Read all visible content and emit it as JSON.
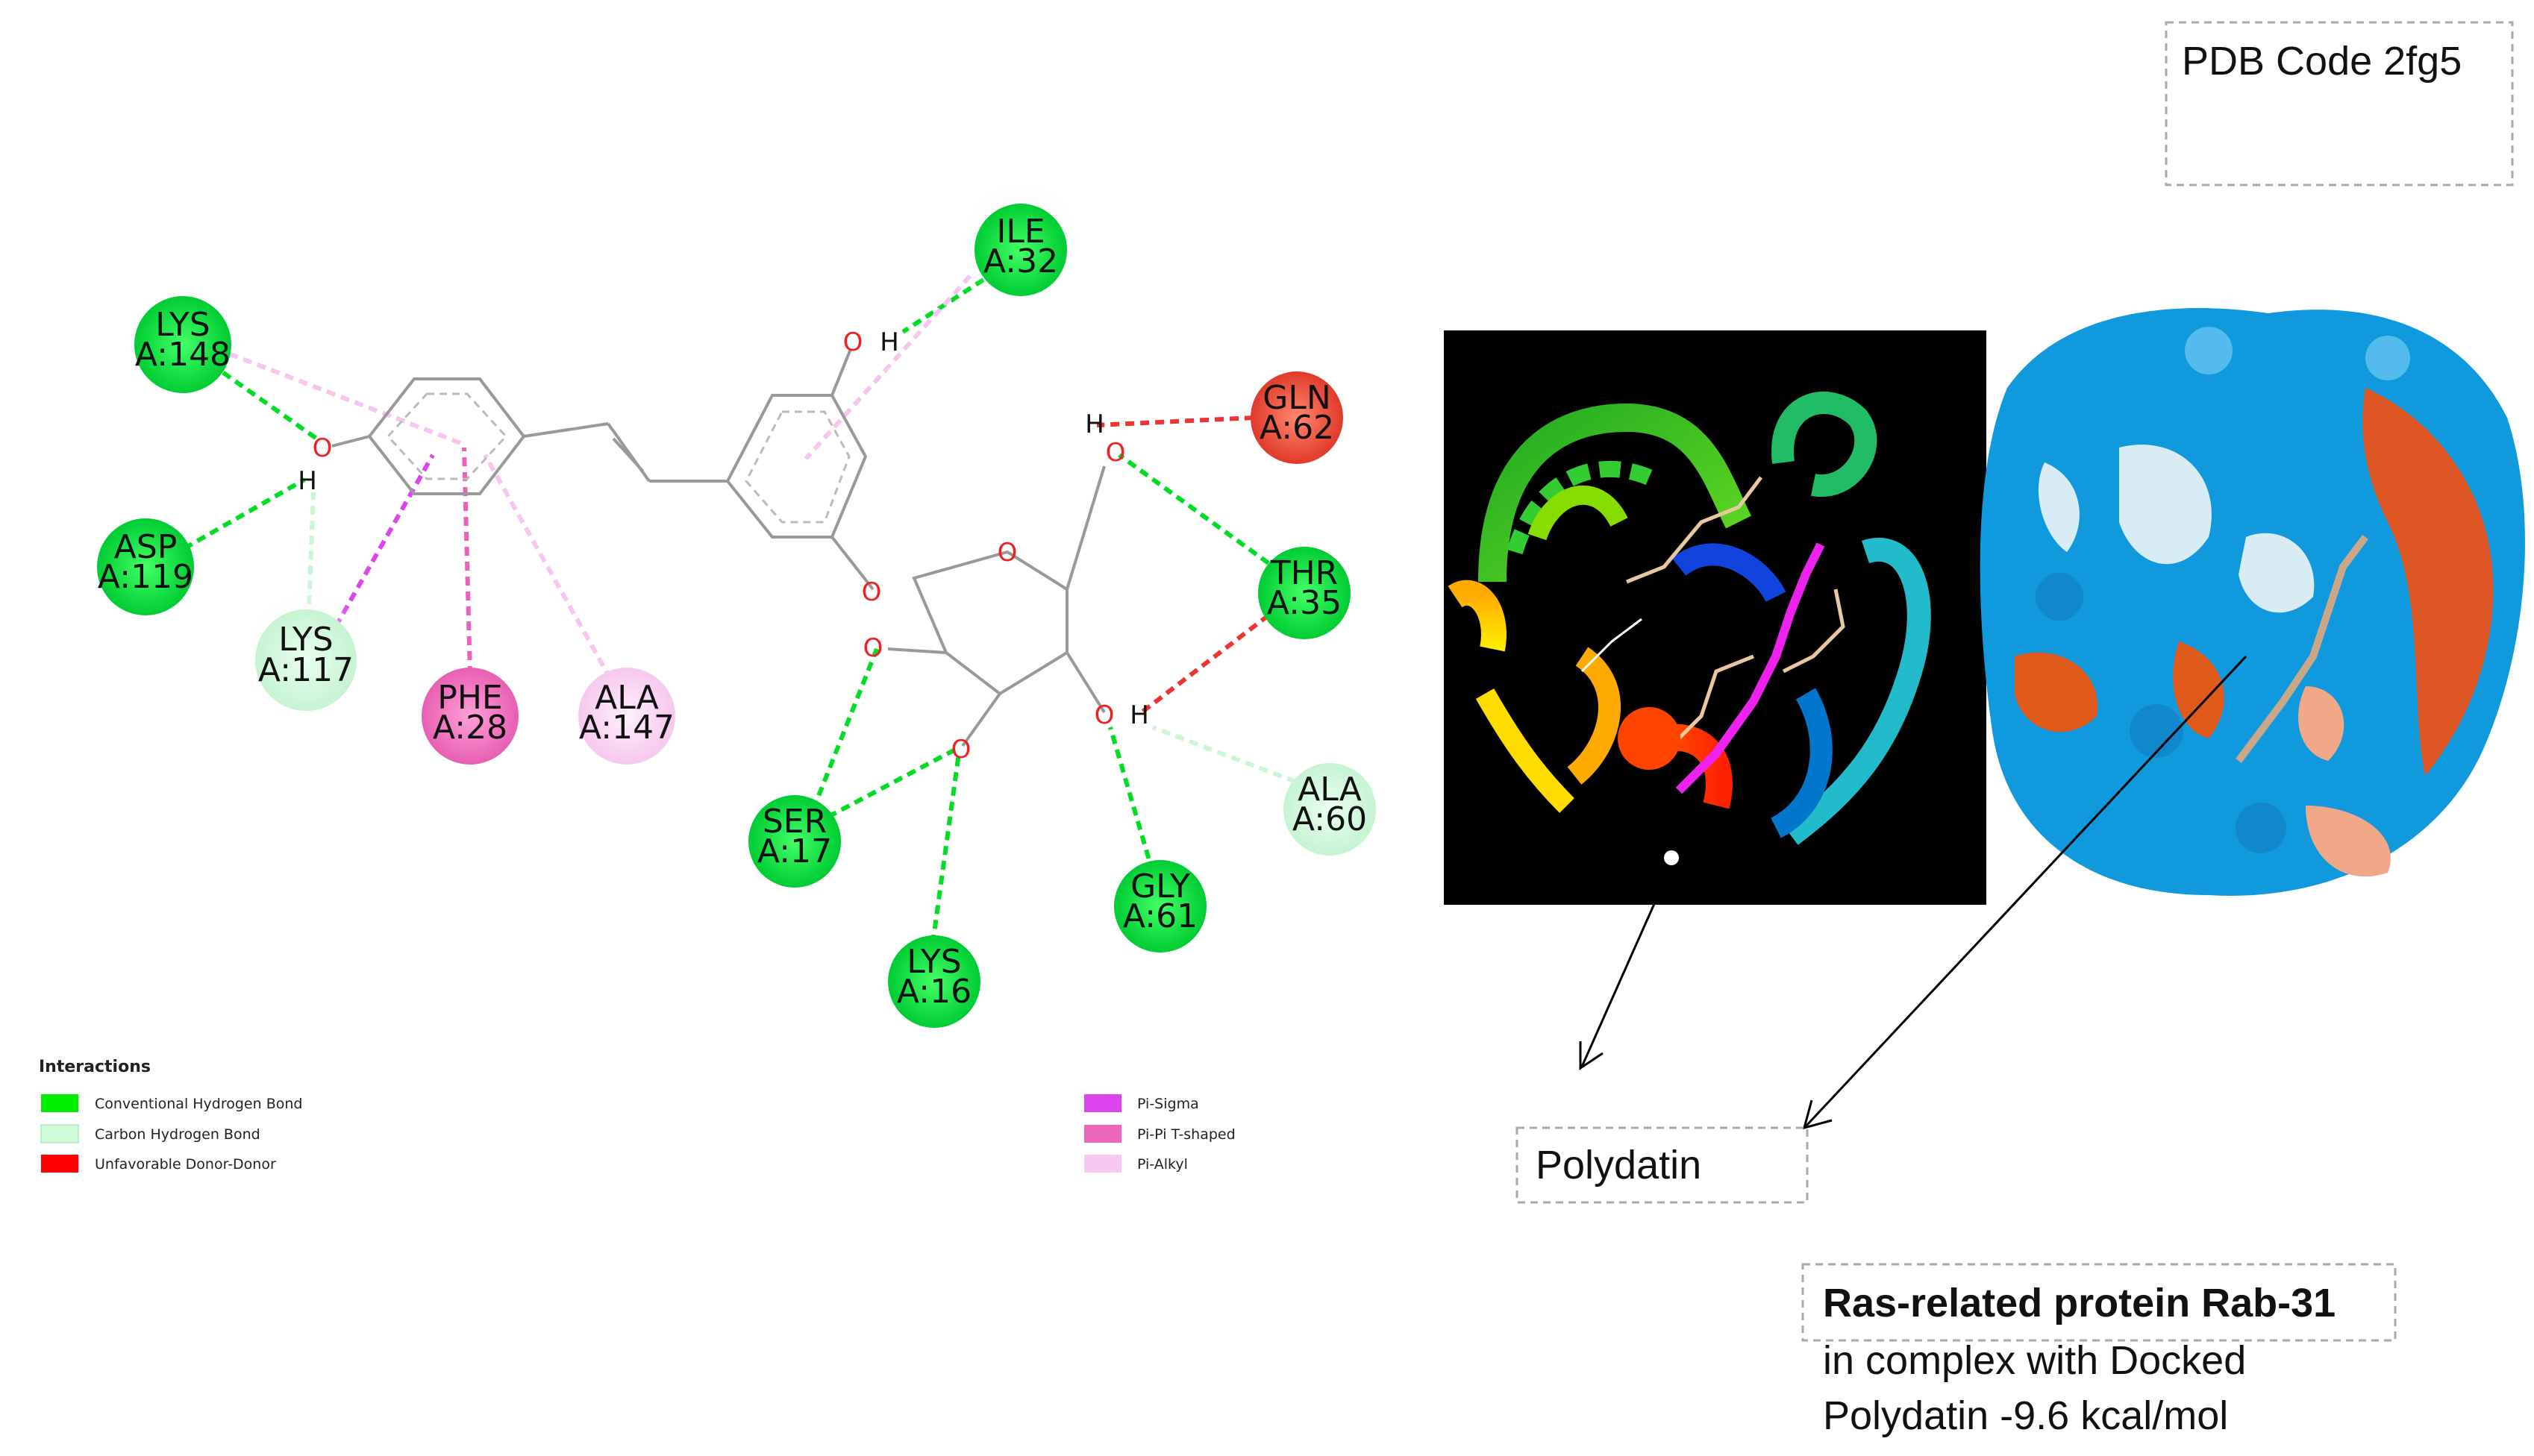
{
  "residues": [
    {
      "name": "LYS",
      "pos": "A:148",
      "type": "conventional-hb"
    },
    {
      "name": "ASP",
      "pos": "A:119",
      "type": "conventional-hb"
    },
    {
      "name": "LYS",
      "pos": "A:117",
      "type": "carbon-hb"
    },
    {
      "name": "PHE",
      "pos": "A:28",
      "type": "pi-pi-t"
    },
    {
      "name": "ALA",
      "pos": "A:147",
      "type": "pi-alkyl"
    },
    {
      "name": "ILE",
      "pos": "A:32",
      "type": "conventional-hb"
    },
    {
      "name": "GLN",
      "pos": "A:62",
      "type": "unfavorable"
    },
    {
      "name": "THR",
      "pos": "A:35",
      "type": "conventional-hb"
    },
    {
      "name": "ALA",
      "pos": "A:60",
      "type": "carbon-hb"
    },
    {
      "name": "SER",
      "pos": "A:17",
      "type": "conventional-hb"
    },
    {
      "name": "GLY",
      "pos": "A:61",
      "type": "conventional-hb"
    },
    {
      "name": "LYS",
      "pos": "A:16",
      "type": "conventional-hb"
    }
  ],
  "atoms": {
    "oxygen": "O",
    "hydrogen": "H"
  },
  "legend": {
    "title": "Interactions",
    "left": [
      {
        "label": "Conventional Hydrogen Bond",
        "color": "#00ee00"
      },
      {
        "label": "Carbon Hydrogen Bond",
        "color": "#d0fad8"
      },
      {
        "label": "Unfavorable Donor-Donor",
        "color": "#ff0000"
      }
    ],
    "right": [
      {
        "label": "Pi-Sigma",
        "color": "#dd44ee"
      },
      {
        "label": "Pi-Pi T-shaped",
        "color": "#ee66bb"
      },
      {
        "label": "Pi-Alkyl",
        "color": "#f8c8f0"
      }
    ]
  },
  "colors": {
    "conventional": "#00dd22",
    "carbon": "#ccf5d6",
    "unfavorable": "#ee3333",
    "pi_sigma": "#dd44ee",
    "pi_t": "#ee5fbb",
    "pi_alkyl": "#f6c6ef"
  },
  "pdb_code": "PDB Code 2fg5",
  "ligand_label": "Polydatin",
  "caption": {
    "title": "Ras-related protein Rab-31",
    "line2": "in complex with Docked",
    "line3": "Polydatin -9.6 kcal/mol"
  }
}
